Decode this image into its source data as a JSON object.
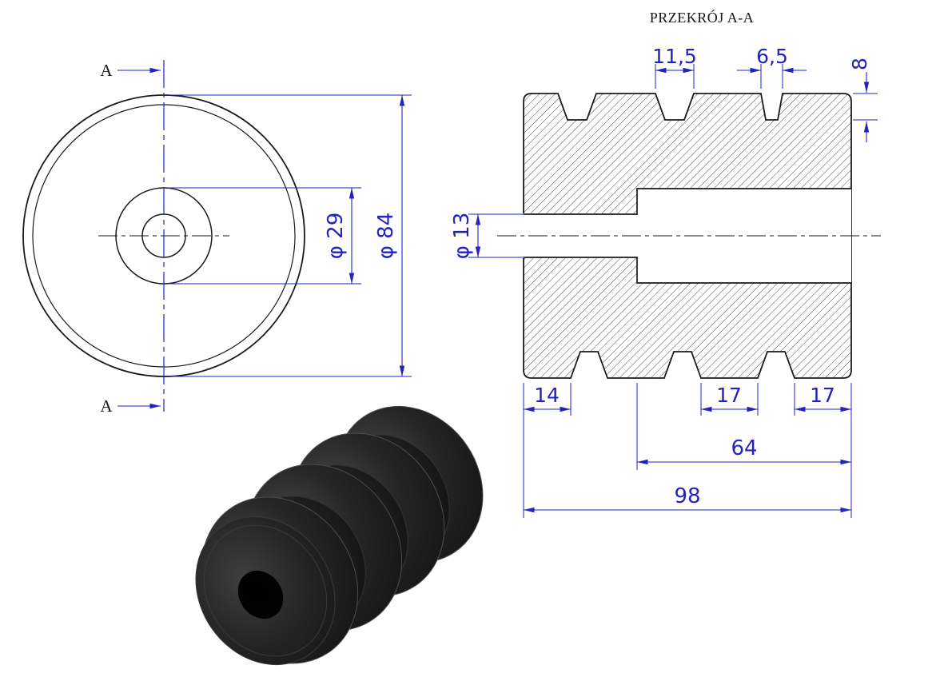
{
  "title": "PRZEKRÓJ A-A",
  "section_label": {
    "top": "A",
    "bottom": "A"
  },
  "front_view": {
    "dia_mid": "φ 29",
    "dia_outer": "φ 84"
  },
  "section_view": {
    "groove_width_wide": "11,5",
    "groove_width_narrow": "6,5",
    "groove_depth": "8",
    "bore_dia": "φ 13",
    "offset_left": "14",
    "pitch_1": "17",
    "pitch_2": "17",
    "counterbore_length": "64",
    "total_length": "98"
  },
  "colors": {
    "dimension": "#2222c0",
    "line": "#1a1a1a",
    "hatch": "#3a3a3a",
    "background": "#ffffff",
    "part_render": "#1a1a1a"
  }
}
